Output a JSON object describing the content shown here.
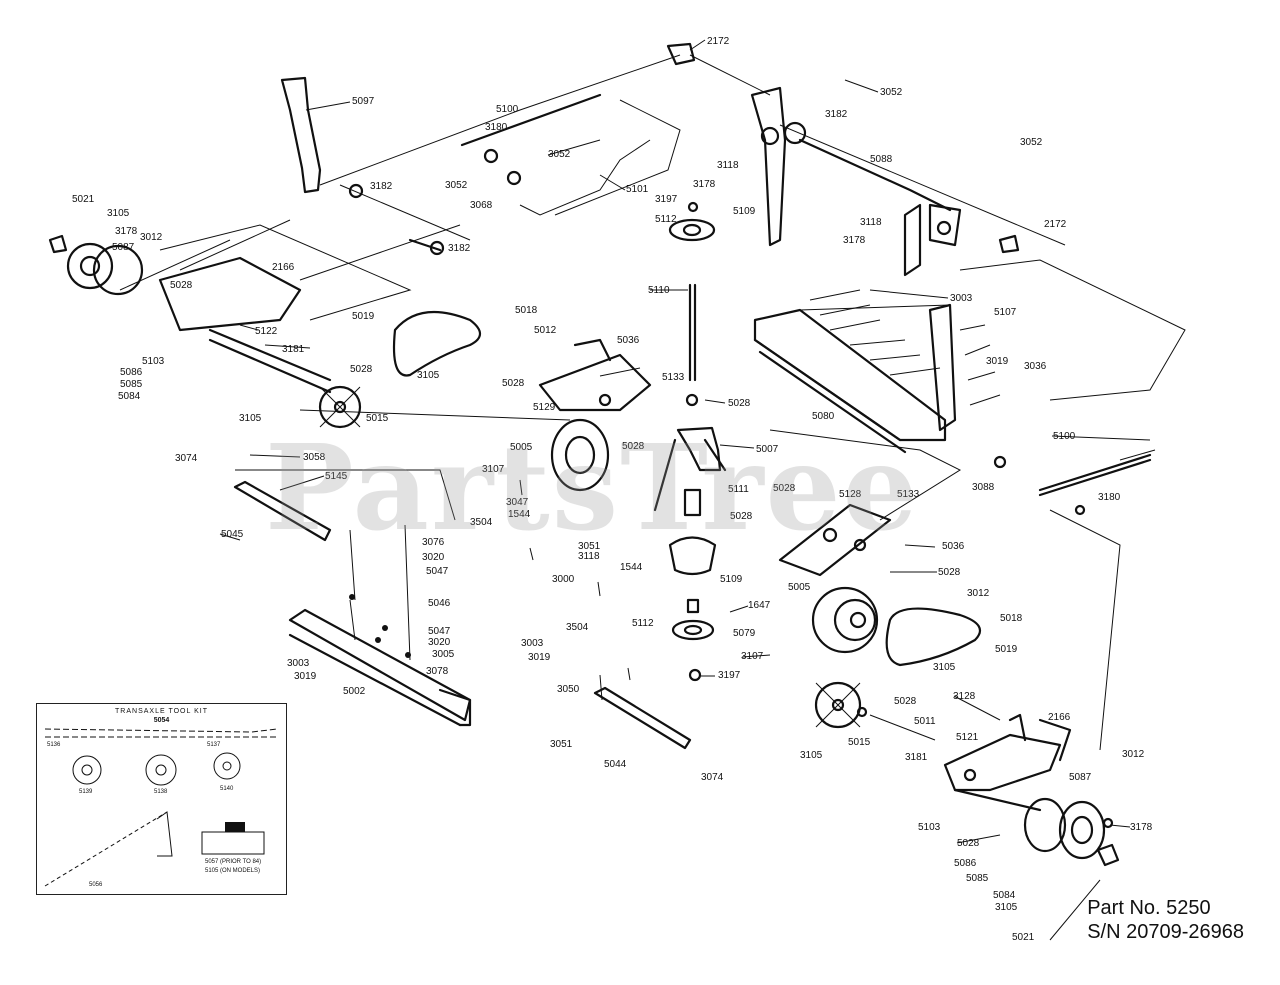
{
  "watermark": "PartsTree",
  "part_info": {
    "part_number": "Part No. 5250",
    "serial_number": "S/N 20709-26968"
  },
  "inset": {
    "title": "TRANSAXLE  TOOL  KIT",
    "kit_number": "5054",
    "labels": [
      "5136",
      "5137",
      "5139",
      "5138",
      "5140",
      "5057 (PRIOR TO 84)",
      "5105 (ON MODELS)",
      "5056"
    ]
  },
  "callouts": [
    {
      "id": "c01",
      "text": "2172"
    },
    {
      "id": "c02",
      "text": "5097"
    },
    {
      "id": "c03",
      "text": "3052"
    },
    {
      "id": "c04",
      "text": "5100"
    },
    {
      "id": "c05",
      "text": "3180"
    },
    {
      "id": "c06",
      "text": "3182"
    },
    {
      "id": "c07",
      "text": "3052"
    },
    {
      "id": "c08",
      "text": "5088"
    },
    {
      "id": "c09",
      "text": "3052"
    },
    {
      "id": "c10",
      "text": "3118"
    },
    {
      "id": "c11",
      "text": "3178"
    },
    {
      "id": "c12",
      "text": "3197"
    },
    {
      "id": "c13",
      "text": "5112"
    },
    {
      "id": "c14",
      "text": "5109"
    },
    {
      "id": "c15",
      "text": "5101"
    },
    {
      "id": "c16",
      "text": "3068"
    },
    {
      "id": "c17",
      "text": "3182"
    },
    {
      "id": "c18",
      "text": "3052"
    },
    {
      "id": "c19",
      "text": "3182"
    },
    {
      "id": "c20",
      "text": "5021"
    },
    {
      "id": "c21",
      "text": "3105"
    },
    {
      "id": "c22",
      "text": "3178"
    },
    {
      "id": "c23",
      "text": "5087"
    },
    {
      "id": "c24",
      "text": "3012"
    },
    {
      "id": "c25",
      "text": "2166"
    },
    {
      "id": "c26",
      "text": "5028"
    },
    {
      "id": "c27",
      "text": "3118"
    },
    {
      "id": "c28",
      "text": "3178"
    },
    {
      "id": "c29",
      "text": "2172"
    },
    {
      "id": "c30",
      "text": "5110"
    },
    {
      "id": "c31",
      "text": "3003"
    },
    {
      "id": "c32",
      "text": "5107"
    },
    {
      "id": "c33",
      "text": "3019"
    },
    {
      "id": "c34",
      "text": "3036"
    },
    {
      "id": "c35",
      "text": "5019"
    },
    {
      "id": "c36",
      "text": "5018"
    },
    {
      "id": "c37",
      "text": "5012"
    },
    {
      "id": "c38",
      "text": "5122"
    },
    {
      "id": "c39",
      "text": "3181"
    },
    {
      "id": "c40",
      "text": "5103"
    },
    {
      "id": "c41",
      "text": "5086"
    },
    {
      "id": "c42",
      "text": "5085"
    },
    {
      "id": "c43",
      "text": "5084"
    },
    {
      "id": "c44",
      "text": "5028"
    },
    {
      "id": "c45",
      "text": "3105"
    },
    {
      "id": "c46",
      "text": "5015"
    },
    {
      "id": "c47",
      "text": "5036"
    },
    {
      "id": "c48",
      "text": "5133"
    },
    {
      "id": "c49",
      "text": "5028"
    },
    {
      "id": "c50",
      "text": "5129"
    },
    {
      "id": "c51",
      "text": "5028"
    },
    {
      "id": "c52",
      "text": "5028"
    },
    {
      "id": "c53",
      "text": "5080"
    },
    {
      "id": "c54",
      "text": "5100"
    },
    {
      "id": "c55",
      "text": "3105"
    },
    {
      "id": "c56",
      "text": "5005"
    },
    {
      "id": "c57",
      "text": "5007"
    },
    {
      "id": "c58",
      "text": "3074"
    },
    {
      "id": "c59",
      "text": "3058"
    },
    {
      "id": "c60",
      "text": "5145"
    },
    {
      "id": "c61",
      "text": "3107"
    },
    {
      "id": "c62",
      "text": "5111"
    },
    {
      "id": "c63",
      "text": "5028"
    },
    {
      "id": "c64",
      "text": "5128"
    },
    {
      "id": "c65",
      "text": "5133"
    },
    {
      "id": "c66",
      "text": "3088"
    },
    {
      "id": "c67",
      "text": "3180"
    },
    {
      "id": "c68",
      "text": "3047"
    },
    {
      "id": "c69",
      "text": "1544"
    },
    {
      "id": "c70",
      "text": "5028"
    },
    {
      "id": "c71",
      "text": "5045"
    },
    {
      "id": "c72",
      "text": "3504"
    },
    {
      "id": "c73",
      "text": "3051"
    },
    {
      "id": "c74",
      "text": "3118"
    },
    {
      "id": "c75",
      "text": "3076"
    },
    {
      "id": "c76",
      "text": "3020"
    },
    {
      "id": "c77",
      "text": "5047"
    },
    {
      "id": "c78",
      "text": "5036"
    },
    {
      "id": "c79",
      "text": "1544"
    },
    {
      "id": "c80",
      "text": "5109"
    },
    {
      "id": "c81",
      "text": "3000"
    },
    {
      "id": "c82",
      "text": "5028"
    },
    {
      "id": "c83",
      "text": "5005"
    },
    {
      "id": "c84",
      "text": "3012"
    },
    {
      "id": "c85",
      "text": "5046"
    },
    {
      "id": "c86",
      "text": "1647"
    },
    {
      "id": "c87",
      "text": "5018"
    },
    {
      "id": "c88",
      "text": "3504"
    },
    {
      "id": "c89",
      "text": "5112"
    },
    {
      "id": "c90",
      "text": "5047"
    },
    {
      "id": "c91",
      "text": "3020"
    },
    {
      "id": "c92",
      "text": "3005"
    },
    {
      "id": "c93",
      "text": "3003"
    },
    {
      "id": "c94",
      "text": "3019"
    },
    {
      "id": "c95",
      "text": "3003"
    },
    {
      "id": "c96",
      "text": "5079"
    },
    {
      "id": "c97",
      "text": "5019"
    },
    {
      "id": "c98",
      "text": "3107"
    },
    {
      "id": "c99",
      "text": "3019"
    },
    {
      "id": "c100",
      "text": "3078"
    },
    {
      "id": "c101",
      "text": "3105"
    },
    {
      "id": "c102",
      "text": "5002"
    },
    {
      "id": "c103",
      "text": "3197"
    },
    {
      "id": "c104",
      "text": "3050"
    },
    {
      "id": "c105",
      "text": "3128"
    },
    {
      "id": "c106",
      "text": "5028"
    },
    {
      "id": "c107",
      "text": "5015"
    },
    {
      "id": "c108",
      "text": "2166"
    },
    {
      "id": "c109",
      "text": "5121"
    },
    {
      "id": "c110",
      "text": "5011"
    },
    {
      "id": "c111",
      "text": "3051"
    },
    {
      "id": "c112",
      "text": "5044"
    },
    {
      "id": "c113",
      "text": "3074"
    },
    {
      "id": "c114",
      "text": "3105"
    },
    {
      "id": "c115",
      "text": "3181"
    },
    {
      "id": "c116",
      "text": "3012"
    },
    {
      "id": "c117",
      "text": "5087"
    },
    {
      "id": "c118",
      "text": "3178"
    },
    {
      "id": "c119",
      "text": "5103"
    },
    {
      "id": "c120",
      "text": "5028"
    },
    {
      "id": "c121",
      "text": "5086"
    },
    {
      "id": "c122",
      "text": "5085"
    },
    {
      "id": "c123",
      "text": "5084"
    },
    {
      "id": "c124",
      "text": "3105"
    },
    {
      "id": "c125",
      "text": "5021"
    }
  ]
}
